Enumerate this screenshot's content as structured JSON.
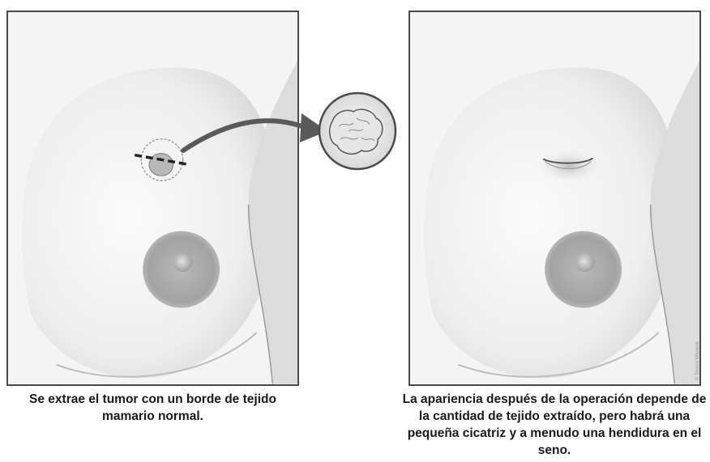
{
  "captions": {
    "left": "Se extrae el tumor con un borde de tejido mamario normal.",
    "right": "La apariencia después de la operación depende de la cantidad de tejido extraído, pero habrá una pequeña cicatriz y a menudo una hendidura en el seno."
  },
  "credit": "© Terese Winslow",
  "panels": {
    "left": {
      "shows": [
        "breast",
        "nipple-areola",
        "tumor-excision-outline",
        "incision-line"
      ]
    },
    "right": {
      "shows": [
        "breast",
        "nipple-areola",
        "scar-dent"
      ]
    }
  },
  "inset": {
    "shows": "excised-tumor"
  },
  "colors": {
    "outline": "#4a4a4a",
    "skin_light": "#f7f7f7",
    "skin_shade": "#cfcfcf",
    "areola": "#a9a9a9",
    "arrow": "#5a5a5a"
  }
}
